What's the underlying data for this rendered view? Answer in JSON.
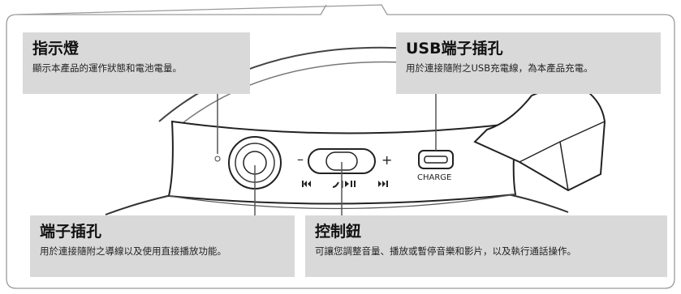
{
  "callouts": {
    "indicator": {
      "title": "指示燈",
      "desc": "顯示本產品的運作狀態和電池電量。"
    },
    "usb": {
      "title": "USB端子插孔",
      "desc": "用於連接隨附之USB充電線，為本產品充電。"
    },
    "jack": {
      "title": "端子插孔",
      "desc": "用於連接隨附之導線以及使用直接播放功能。"
    },
    "control": {
      "title": "控制鈕",
      "desc": "可讓您調整音量、播放或暫停音樂和影片，以及執行通話操作。"
    }
  },
  "device_labels": {
    "minus": "–",
    "plus": "+",
    "charge": "CHARGE"
  },
  "colors": {
    "callout_bg": "#d9d9d9",
    "frame": "#9a9a9a",
    "leader": "#555555"
  }
}
